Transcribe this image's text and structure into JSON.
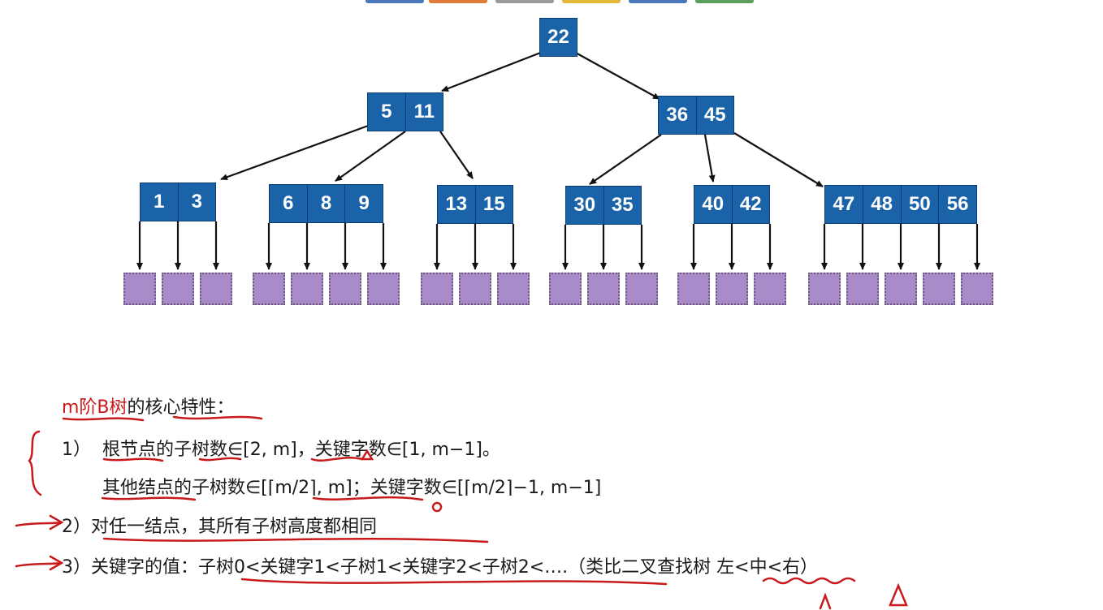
{
  "tab_colors": [
    "#4a78b8",
    "#e07b3a",
    "#9a9a9a",
    "#e5b83a",
    "#4a78b8",
    "#5aa05a"
  ],
  "node_color": "#1b63a8",
  "leaf_color": "#a98bc9",
  "ink_color": "#c81a1a",
  "tree": {
    "root": {
      "keys": [
        "22"
      ]
    },
    "level1": [
      {
        "keys": [
          "5",
          "11"
        ]
      },
      {
        "keys": [
          "36",
          "45"
        ]
      }
    ],
    "level2": [
      {
        "keys": [
          "1",
          "3"
        ]
      },
      {
        "keys": [
          "6",
          "8",
          "9"
        ]
      },
      {
        "keys": [
          "13",
          "15"
        ]
      },
      {
        "keys": [
          "30",
          "35"
        ]
      },
      {
        "keys": [
          "40",
          "42"
        ]
      },
      {
        "keys": [
          "47",
          "48",
          "50",
          "56"
        ]
      }
    ]
  },
  "notes": {
    "heading_red": "m阶B树",
    "heading_rest": "的核心特性：",
    "item1_num": "1）",
    "item1_line1": "根节点的子树数∈[2, m]，关键字数∈[1, m−1]。",
    "item1_line2": "其他结点的子树数∈[⌈m/2⌉, m]；关键字数∈[⌈m/2⌉−1, m−1]",
    "item2": "2）对任一结点，其所有子树高度都相同",
    "item3": "3）关键字的值：子树0<关键字1<子树1<关键字2<子树2<….（类比二叉查找树 左<中<右）"
  }
}
